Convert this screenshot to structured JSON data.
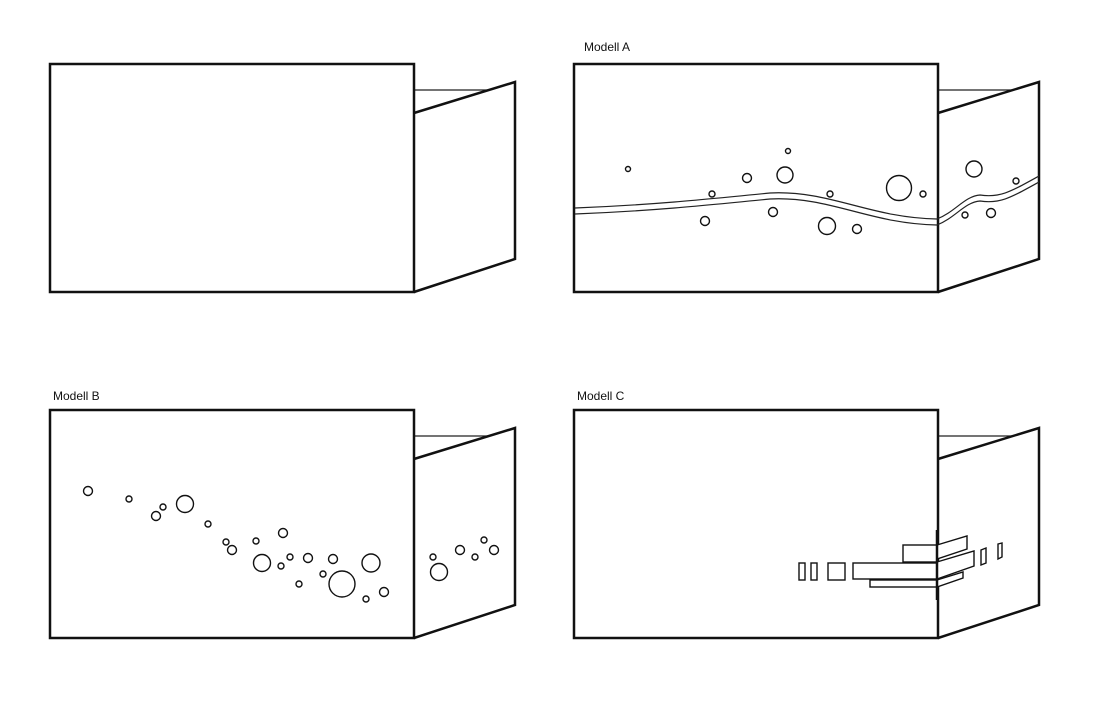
{
  "labels": {
    "model_a": "Modell A",
    "model_b": "Modell B",
    "model_c": "Modell C"
  }
}
